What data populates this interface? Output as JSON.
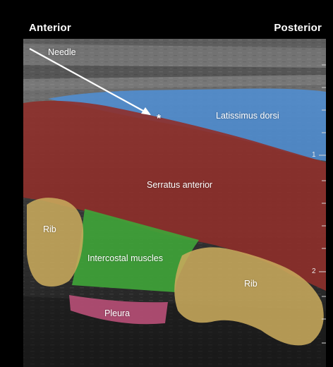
{
  "header": {
    "left_label": "Anterior",
    "right_label": "Posterior"
  },
  "labels": {
    "needle": "Needle",
    "latissimus_dorsi": "Latissimus dorsi",
    "serratus_anterior": "Serratus anterior",
    "rib_left": "Rib",
    "intercostal_muscles": "Intercostal muscles",
    "rib_right": "Rib",
    "pleura": "Pleura",
    "target_marker": "*"
  },
  "depth_scale": {
    "marks": [
      "1",
      "2"
    ]
  },
  "colors": {
    "latissimus": "#4f8fd6",
    "serratus": "#8e2f2a",
    "rib": "#c8aa5c",
    "intercostal": "#3fa538",
    "pleura": "#c2527c",
    "needle": "#ffffff"
  }
}
